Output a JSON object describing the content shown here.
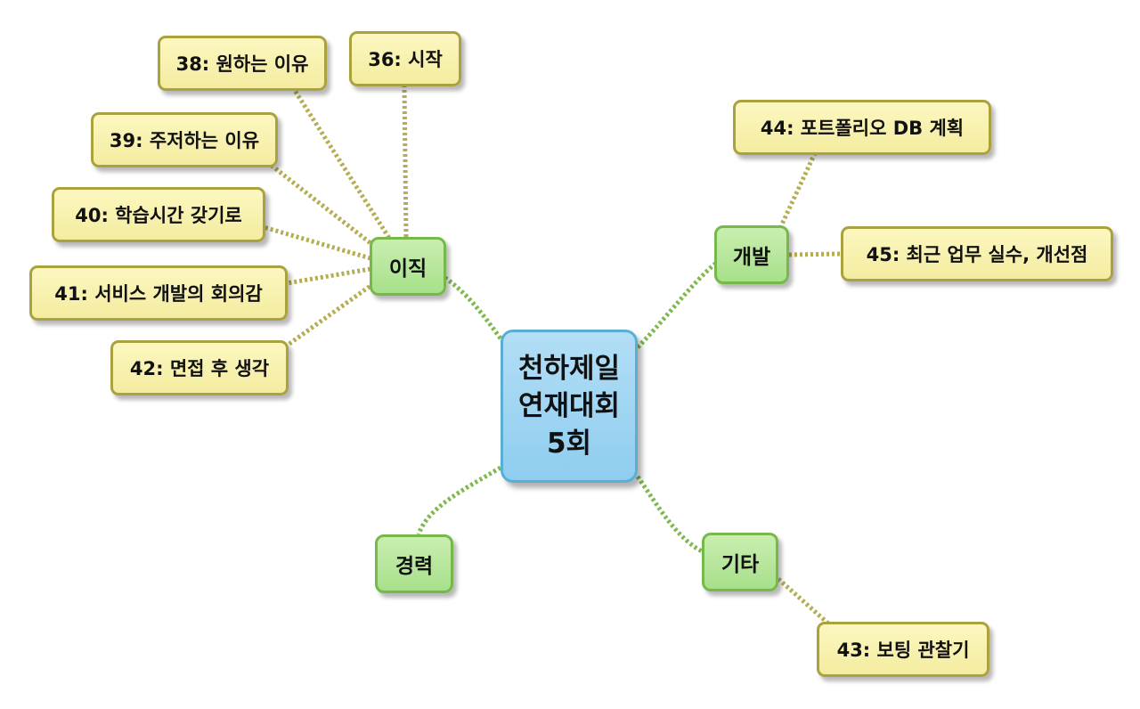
{
  "root": {
    "lines": [
      "천하제일",
      "연재대회",
      "5회"
    ]
  },
  "branches": {
    "ijik": "이직",
    "gaebal": "개발",
    "gyeongryeok": "경력",
    "gita": "기타"
  },
  "topics": {
    "t36": "36: 시작",
    "t38": "38: 원하는 이유",
    "t39": "39: 주저하는 이유",
    "t40": "40: 학습시간 갖기로",
    "t41": "41: 서비스 개발의 회의감",
    "t42": "42: 면접 후 생각",
    "t43": "43: 보팅 관찰기",
    "t44": "44: 포트폴리오 DB 계획",
    "t45": "45: 최근 업무 실수, 개선점"
  },
  "colors": {
    "root_fill": "#9fd4f2",
    "root_border": "#5aaed4",
    "branch_fill": "#b6e79b",
    "branch_border": "#76b84a",
    "leaf_fill": "#f8f1b0",
    "leaf_border": "#aaa23e",
    "root_link": "#7fb84f",
    "leaf_link": "#b5ad52"
  }
}
